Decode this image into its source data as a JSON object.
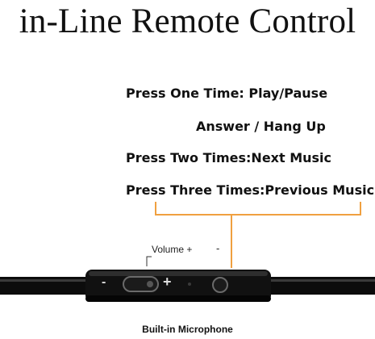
{
  "title": "in-Line Remote Control",
  "instructions": [
    "Press One Time: Play/Pause",
    "Answer / Hang Up",
    "Press Two Times:Next Music",
    "Press Three Times:Previous Music"
  ],
  "volume_label": "Volume +",
  "volume_minus": "-",
  "remote_minus": "-",
  "remote_plus": "+",
  "microphone_label": "Built-in Microphone",
  "colors": {
    "bracket": "#f0a040",
    "text": "#111111",
    "remote": "#0f0f0f"
  }
}
